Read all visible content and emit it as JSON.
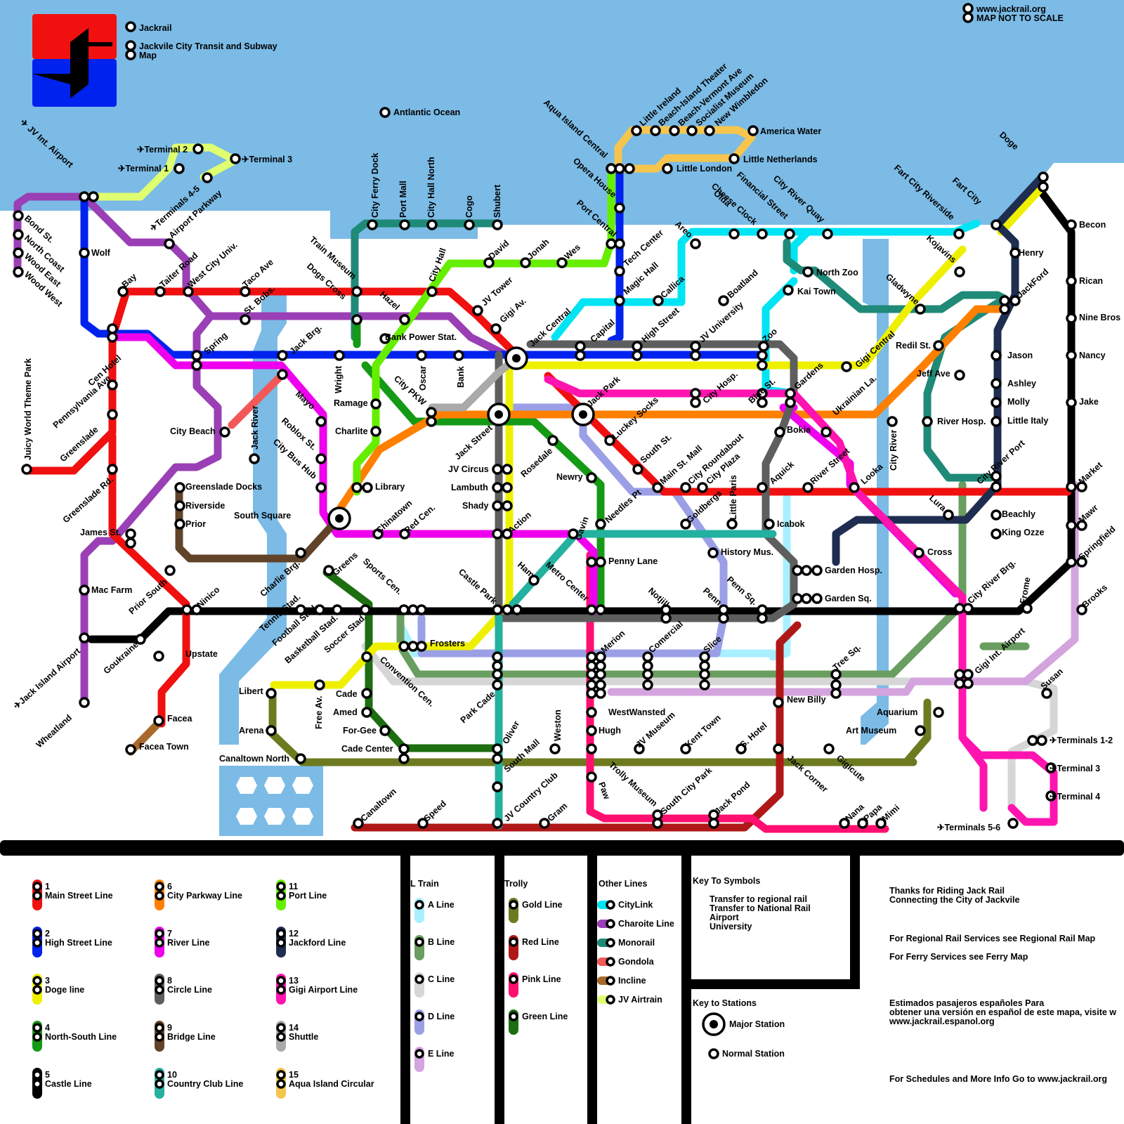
{
  "header": {
    "brand": "Jackrail",
    "subtitle_1": "Jackvile City Transit and Subway",
    "subtitle_2": "Map",
    "website": "www.jackrail.org",
    "scale_note": "MAP NOT TO SCALE"
  },
  "colors": {
    "water": "#7bbbe6",
    "main_street": "#f01010",
    "high_street": "#0022ee",
    "doge": "#eef000",
    "north_south": "#149a14",
    "castle": "#000000",
    "city_parkway": "#ff7f00",
    "river": "#ee00ee",
    "circle": "#5e5e5e",
    "bridge": "#61432a",
    "country_club": "#23b1a0",
    "port": "#66ee00",
    "jackford": "#1e2d50",
    "gigi_airport": "#ff14b0",
    "shuttle": "#aaaaaa",
    "aqua_island": "#f6c54e",
    "citylink": "#00e4f4",
    "charoite": "#9a3fb5",
    "monorail": "#1e8a77",
    "gondola": "#f25858",
    "incline": "#a8692a",
    "jv_airtrain": "#e0ff70",
    "a_line": "#a8f0ff",
    "b_line": "#6a9e60",
    "c_line": "#d6d6d6",
    "d_line": "#9b9fe6",
    "e_line": "#d4a4de",
    "gold": "#6e7a20",
    "red": "#b01818",
    "pink": "#ff1070",
    "green": "#1c6e10"
  },
  "labels": {
    "antlantic": "Antlantic Ocean",
    "america_water": "America Water",
    "little_netherlands": "Little Netherlands",
    "little_london": "Little London",
    "little_ireland": "Little Ireland",
    "beach_island_theater": "Beach-Island Theater",
    "beach_vermont": "Beach-Vermont Ave",
    "socialist_museum": "Socialist Museum",
    "new_wimbledon": "New Wimbledon",
    "aqua_island_central": "Aqua Island Central",
    "opera_house": "Opera House",
    "port_central": "Port Central",
    "tech_center": "Tech Center",
    "magic_hall": "Magic Hall",
    "terminal2": "✈Terminal 2",
    "terminal1": "✈Terminal 1",
    "terminal3": "✈Terminal 3",
    "terminals45": "✈Terminals 4-5",
    "jv_int_airport": "✈ JV Int. Airport",
    "airport_parkway": "Airport Parkway",
    "bond_st": "Bond St.",
    "north_coast": "North Coast",
    "wood_east": "Wood East",
    "wood_west": "Wood West",
    "wolf": "Wolf",
    "bay": "Bay",
    "taiter_road": "Taiter Road",
    "west_city_univ": "West City Univ.",
    "taco_ave": "Taco Ave",
    "st_bobs": "St. Bobs.",
    "train_museum": "Train Museum",
    "dogs_cross": "Dogs Cross",
    "hazel": "Hazel",
    "city_hall": "City Hall",
    "city_ferry_dock": "City Ferry Dock",
    "port_mall": "Port Mall",
    "city_hall_north": "City Hall North",
    "cogo": "Cogo",
    "shubert": "Shubert",
    "david": "David",
    "jonah": "Jonah",
    "wes": "Wes",
    "jv_tower": "JV Tower",
    "gigi_av": "Gigi Av.",
    "jack_central": "Jack Central",
    "capital": "Capital",
    "high_street": "High Street",
    "callica": "Callica",
    "boatland": "Boatland",
    "jv_university": "JV University",
    "kai_town": "Kai Town",
    "north_zoo": "North Zoo",
    "zoo": "Zoo",
    "areo": "Areo",
    "olda": "Olda",
    "cheese_clock": "Cheese Clock",
    "financial_street": "Financial Street",
    "city_river_quay": "City River Quay",
    "fart_city_riverside": "Fart City Riverside",
    "fart_city": "Fart City",
    "doge": "Doge",
    "kojavins": "Kojavins",
    "gladwyne": "Gladwyne",
    "henry": "Henry",
    "jackford": "JackFord",
    "becon": "Becon",
    "rican": "Rican",
    "nine_bros": "Nine Bros",
    "nancy": "Nancy",
    "jake": "Jake",
    "jason": "Jason",
    "ashley": "Ashley",
    "molly": "Molly",
    "little_italy": "Little Italy",
    "city_river_port": "City River Port",
    "market": "Market",
    "mawr": "Mawr",
    "springfield": "Springfield",
    "brooks": "Brooks",
    "redil_st": "Redil St.",
    "jeff_ave": "Jeff Ave",
    "river_hosp": "River Hosp.",
    "gigi_central": "Gigi Central",
    "ukrainian_la": "Ukrainian La.",
    "gardens": "Gardens",
    "blue_st": "Blue St.",
    "city_hosp": "City Hosp.",
    "bokia": "Bokia",
    "city_river": "City River",
    "cen_hotel": "Cen Hotel",
    "spring": "Spring",
    "jack_brg": "Jack Brg.",
    "wright": "Wright",
    "oscar": "Oscar",
    "bank": "Bank",
    "bank_power": "Bank Power Stat.",
    "ramage": "Ramage",
    "charlite": "Charlite",
    "city_pkw": "City PKW",
    "library": "Library",
    "city_beach": "City Beach",
    "jack_river": "Jack River",
    "mayo": "Mayo",
    "roblox_st": "Roblox St.",
    "city_bus_hub": "City Bus Hub",
    "south_square": "South Square",
    "chinatown": "Chinatown",
    "red_cen": "Red Cen.",
    "jack_street": "Jack Street",
    "jv_circus": "JV Circus",
    "lambuth": "Lambuth",
    "shady": "Shady",
    "action": "Action",
    "rosedale": "Rosedale",
    "jack_park": "Jack Park",
    "luckey_socks": "Luckey Socks",
    "south_st": "South St.",
    "main_st_mall": "Main St. Mall",
    "city_roundabout": "City Roundabout",
    "city_plaza": "City Plaza",
    "goldbergs": "Goldbergs",
    "little_paris": "Little Paris",
    "aquick": "Aquick",
    "river_street": "River Street",
    "looka": "Looka",
    "lura": "Lura",
    "beachly": "Beachly",
    "king_ozze": "King Ozze",
    "juicy_world": "Juicy World Theme Park",
    "pennsylvania_ave": "Pennsylvania Ave",
    "greenslade": "Greenslade",
    "greenslade_rd": "Greenslade Rd.",
    "greenslade_docks": "Greenslade Docks",
    "riverside": "Riverside",
    "prior": "Prior",
    "james_st": "James St.",
    "mac_farm": "Mac Farm",
    "prior_south": "Prior South",
    "ninico": "Ninico",
    "newry": "Newry",
    "needles_pt": "Needles Pt",
    "gavin": "Gavin",
    "icabok": "Icabok",
    "history_mus": "History Mus.",
    "penny_lane": "Penny Lane",
    "ham": "Ham",
    "metro_center": "Metro Center",
    "castle_park": "Castle Park",
    "notjill": "Notjill",
    "penn": "Penn",
    "penn_sq": "Penn Sq.",
    "garden_hosp": "Garden Hosp.",
    "garden_sq": "Garden Sq.",
    "cross": "Cross",
    "city_river_brg": "City River Brg.",
    "frome": "Frome",
    "gigi_int_airport": "Gigi Int. Airport",
    "charlie_brg": "Charlie Brg.",
    "greens": "Greens",
    "sports_cen": "Sports Cen.",
    "tennis_stad": "Tennis Stad.",
    "football_stad": "Football Stad.",
    "basketball_stad": "Basketball Stad.",
    "soccer_stad": "Soccer Stad.",
    "goukraine": "Goukraine",
    "upstate": "Upstate",
    "jack_island_airport": "✈Jack Island Airport",
    "wheatland": "Wheatland",
    "facea": "Facea",
    "facea_town": "Facea Town",
    "frosters": "Frosters",
    "merion": "Merion",
    "comercial": "Comercial",
    "slice": "Slice",
    "tree_sq": "Tree Sq.",
    "new_billy": "New Billy",
    "susan": "Susan",
    "libert": "Libert",
    "free_av": "Free Av.",
    "cade": "Cade",
    "amed": "Amed",
    "convention_cen": "Convention Cen.",
    "arena": "Arena",
    "for_gee": "For-Gee",
    "cade_center": "Cade Center",
    "canaltown_north": "Canaltown North",
    "park_cade": "Park Cade",
    "westwansted": "WestWansted",
    "hugh": "Hugh",
    "jv_museum": "JV Museum",
    "kent_town": "Kent Town",
    "s_hotel": "S. Hotel",
    "aquarium": "Aquarium",
    "art_museum": "Art Museum",
    "terminals12": "✈Terminals 1-2",
    "oliver": "Oliver",
    "weston": "Weston",
    "south_mall": "South Mall",
    "jack_corner": "Jack Corner",
    "gigicute": "Gigicute",
    "terminal3b": "✈Terminal 3",
    "terminal4": "✈Terminal 4",
    "trolly_museum": "Trolly Museum",
    "paw": "Paw",
    "south_city_park": "South City Park",
    "jack_pond": "Jack Pond",
    "canaltown": "Canaltown",
    "speed": "Speed",
    "jv_country_club": "JV Country Club",
    "gram": "Gram",
    "nana": "Nana",
    "papa": "Papa",
    "mimi": "Mimi",
    "terminals56": "✈Terminals 5-6"
  },
  "legend": {
    "numbered_lines": [
      {
        "num": "1",
        "name": "Main Street Line",
        "color": "#f01010"
      },
      {
        "num": "2",
        "name": "High Street Line",
        "color": "#0022ee"
      },
      {
        "num": "3",
        "name": "Doge line",
        "color": "#eef000"
      },
      {
        "num": "4",
        "name": "North-South Line",
        "color": "#149a14"
      },
      {
        "num": "5",
        "name": "Castle Line",
        "color": "#000000"
      },
      {
        "num": "6",
        "name": "City Parkway Line",
        "color": "#ff7f00"
      },
      {
        "num": "7",
        "name": "River Line",
        "color": "#ee00ee"
      },
      {
        "num": "8",
        "name": "Circle Line",
        "color": "#5e5e5e"
      },
      {
        "num": "9",
        "name": "Bridge Line",
        "color": "#61432a"
      },
      {
        "num": "10",
        "name": "Country Club Line",
        "color": "#23b1a0"
      },
      {
        "num": "11",
        "name": "Port Line",
        "color": "#66ee00"
      },
      {
        "num": "12",
        "name": "Jackford Line",
        "color": "#1e2d50"
      },
      {
        "num": "13",
        "name": "Gigi Airport Line",
        "color": "#ff14b0"
      },
      {
        "num": "14",
        "name": "Shuttle",
        "color": "#aaaaaa"
      },
      {
        "num": "15",
        "name": "Aqua Island Circular",
        "color": "#f6c54e"
      }
    ],
    "l_train": {
      "title": "L Train",
      "lines": [
        {
          "name": "A Line",
          "color": "#a8f0ff"
        },
        {
          "name": "B Line",
          "color": "#6a9e60"
        },
        {
          "name": "C Line",
          "color": "#d6d6d6"
        },
        {
          "name": "D Line",
          "color": "#9b9fe6"
        },
        {
          "name": "E Line",
          "color": "#d4a4de"
        }
      ]
    },
    "trolly": {
      "title": "Trolly",
      "lines": [
        {
          "name": "Gold Line",
          "color": "#6e7a20"
        },
        {
          "name": "Red Line",
          "color": "#b01818"
        },
        {
          "name": "Pink Line",
          "color": "#ff1070"
        },
        {
          "name": "Green Line",
          "color": "#1c6e10"
        }
      ]
    },
    "other": {
      "title": "Other Lines",
      "lines": [
        {
          "name": "CityLink",
          "color": "#00e4f4"
        },
        {
          "name": "Charoite Line",
          "color": "#9a3fb5"
        },
        {
          "name": "Monorail",
          "color": "#1e8a77"
        },
        {
          "name": "Gondola",
          "color": "#f25858"
        },
        {
          "name": "Incline",
          "color": "#a8692a"
        },
        {
          "name": "JV Airtrain",
          "color": "#e0ff70"
        }
      ]
    },
    "symbols": {
      "title": "Key To Symbols",
      "regional": "Transfer to regional rail",
      "national": "Transfer to National Rail",
      "airport": "Airport",
      "university": "University"
    },
    "stations": {
      "title": "Key to Stations",
      "major": "Major Station",
      "normal": "Normal Station"
    },
    "notes": {
      "thanks_1": "Thanks for Riding Jack Rail",
      "thanks_2": "Connecting the City of Jackvile",
      "regional": "For Regional Rail Services see Regional Rail Map",
      "ferry": "For Ferry Services see Ferry Map",
      "spanish_1": "Estimados pasajeros españoles Para",
      "spanish_2": "obtener una versión en español de este mapa, visite w",
      "spanish_3": "www.jackrail.espanol.org",
      "schedules": "For Schedules and More Info Go to www.jackrail.org"
    }
  }
}
